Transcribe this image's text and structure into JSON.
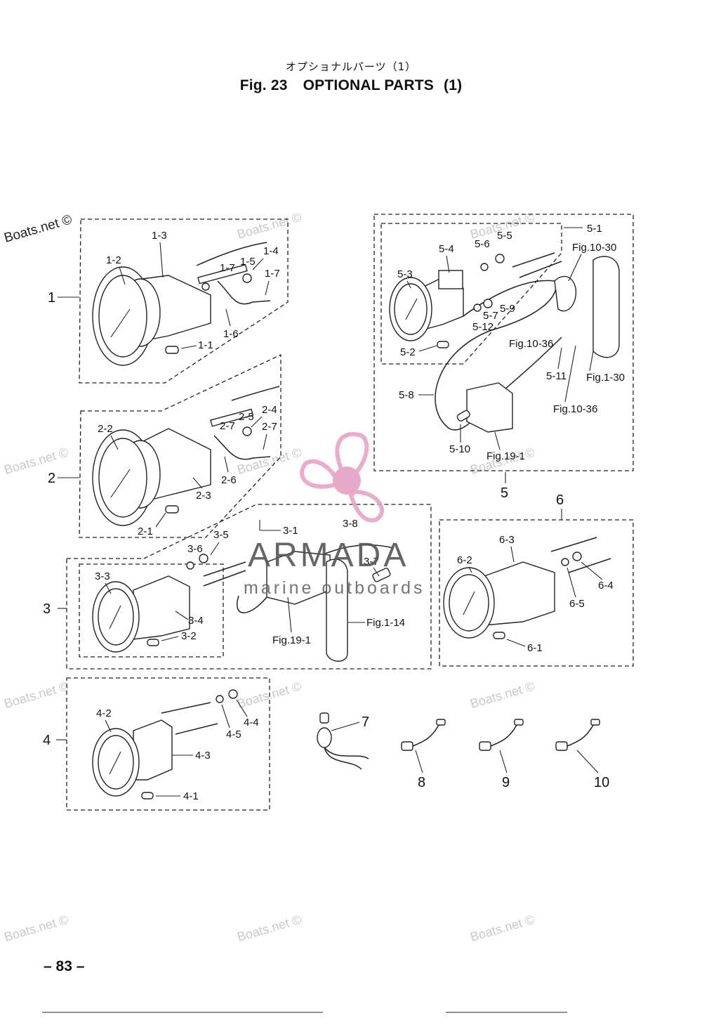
{
  "header": {
    "title_jp": "オプショナルパーツ（1）",
    "fig_number": "Fig. 23",
    "title": "OPTIONAL PARTS",
    "title_suffix": "(1)"
  },
  "page_number": "– 83 –",
  "watermarks": {
    "dark": "Boats.net ©",
    "light": "Boats.net ©"
  },
  "brand": {
    "name": "ARMADA",
    "tagline": "marine outboards",
    "logo_color": "#e8a2c8",
    "logo_center_color": "#e6a0c4"
  },
  "groups": [
    {
      "number": "1",
      "parts": [
        "1-1",
        "1-2",
        "1-3",
        "1-4",
        "1-5",
        "1-6",
        "1-7",
        "1-7"
      ]
    },
    {
      "number": "2",
      "parts": [
        "2-1",
        "2-2",
        "2-3",
        "2-4",
        "2-5",
        "2-6",
        "2-7",
        "2-7"
      ]
    },
    {
      "number": "3",
      "parts": [
        "3-1",
        "3-2",
        "3-3",
        "3-4",
        "3-5",
        "3-6",
        "3-7",
        "3-8"
      ]
    },
    {
      "number": "4",
      "parts": [
        "4-1",
        "4-2",
        "4-3",
        "4-4",
        "4-5"
      ]
    },
    {
      "number": "5",
      "parts": [
        "5-1",
        "5-2",
        "5-3",
        "5-4",
        "5-5",
        "5-6",
        "5-7",
        "5-8",
        "5-9",
        "5-10",
        "5-11",
        "5-12"
      ]
    },
    {
      "number": "6",
      "parts": [
        "6-1",
        "6-2",
        "6-3",
        "6-4",
        "6-5"
      ]
    },
    {
      "number": "7",
      "parts": []
    },
    {
      "number": "8",
      "parts": []
    },
    {
      "number": "9",
      "parts": []
    },
    {
      "number": "10",
      "parts": []
    }
  ],
  "references": {
    "fig10_30": "Fig.10-30",
    "fig10_36": "Fig.10-36",
    "fig1_30": "Fig.1-30",
    "fig19_1": "Fig.19-1",
    "fig1_14": "Fig.1-14"
  }
}
